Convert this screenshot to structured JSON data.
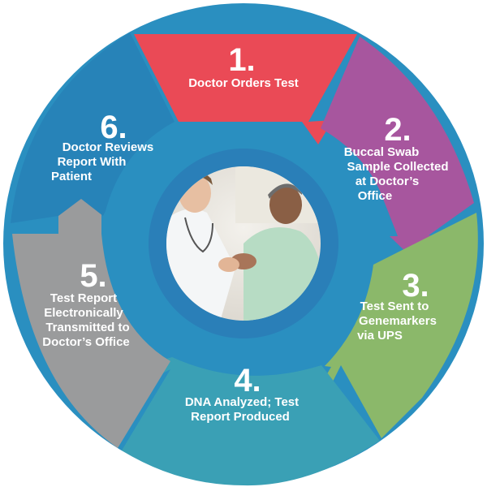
{
  "colors": {
    "ring": "#2a8fc0",
    "step1": "#ea4a56",
    "step2": "#a7569e",
    "step3": "#8bb86a",
    "step4": "#3aa0b5",
    "step5": "#9a9b9c",
    "step6": "#2783b8",
    "center_ring": "#2a7fb8",
    "text": "#ffffff"
  },
  "center_image": {
    "icon": "doctor-patient-photo"
  },
  "steps": [
    {
      "number": "1.",
      "lines": [
        "Doctor Orders Test"
      ]
    },
    {
      "number": "2.",
      "lines": [
        "Buccal Swab",
        "Sample Collected",
        "at Doctor’s",
        "Office"
      ]
    },
    {
      "number": "3.",
      "lines": [
        "Test Sent to",
        "Genemarkers",
        "via UPS"
      ]
    },
    {
      "number": "4.",
      "lines": [
        "DNA Analyzed; Test",
        "Report Produced"
      ]
    },
    {
      "number": "5.",
      "lines": [
        "Test Report",
        "Electronically",
        "Transmitted to",
        "Doctor’s Office"
      ]
    },
    {
      "number": "6.",
      "lines": [
        "Doctor Reviews",
        "Report With",
        "Patient"
      ]
    }
  ]
}
